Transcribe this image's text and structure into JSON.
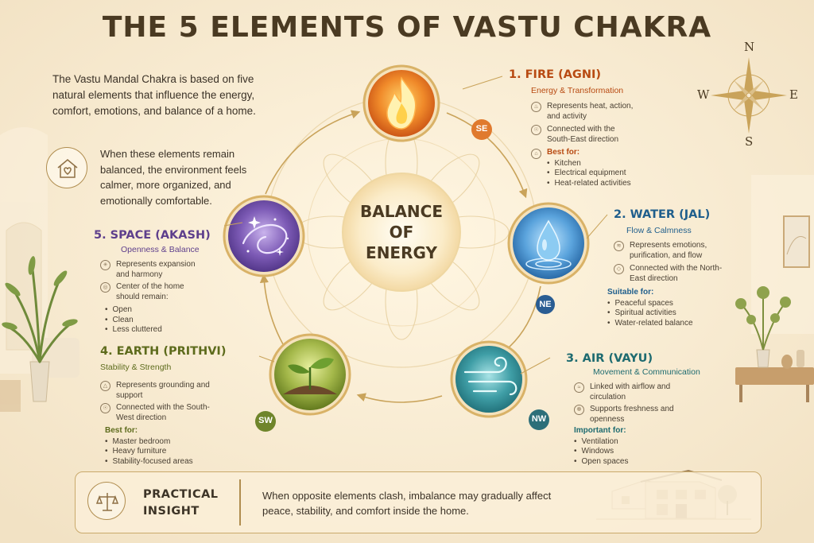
{
  "title": "THE 5 ELEMENTS OF VASTU CHAKRA",
  "intro": {
    "text": "The Vastu Mandal Chakra is based on five natural elements that influence the energy, comfort, emotions, and balance of a home.",
    "balanced_text": "When these elements remain balanced, the environment feels calmer, more organized, and emotionally comfortable."
  },
  "center": {
    "line1": "BALANCE",
    "line2": "OF",
    "line3": "ENERGY"
  },
  "compass": {
    "n": "N",
    "e": "E",
    "s": "S",
    "w": "W"
  },
  "elements": {
    "fire": {
      "title": "1. FIRE (AGNI)",
      "subtitle": "Energy & Transformation",
      "direction": "SE",
      "note1": "Represents heat, action, and activity",
      "note2": "Connected with the South-East direction",
      "list_heading": "Best for:",
      "list": [
        "Kitchen",
        "Electrical equipment",
        "Heat-related activities"
      ],
      "color": "#e36a1e"
    },
    "water": {
      "title": "2. WATER (JAL)",
      "subtitle": "Flow & Calmness",
      "direction": "NE",
      "note1": "Represents emotions, purification, and flow",
      "note2": "Connected with the North-East direction",
      "list_heading": "Suitable for:",
      "list": [
        "Peaceful spaces",
        "Spiritual activities",
        "Water-related balance"
      ],
      "color": "#2d78b8"
    },
    "air": {
      "title": "3. AIR (VAYU)",
      "subtitle": "Movement & Communication",
      "direction": "NW",
      "note1": "Linked with airflow and circulation",
      "note2": "Supports freshness and openness",
      "list_heading": "Important for:",
      "list": [
        "Ventilation",
        "Windows",
        "Open spaces"
      ],
      "color": "#2a8a92"
    },
    "earth": {
      "title": "4. EARTH (PRITHVI)",
      "subtitle": "Stability & Strength",
      "direction": "SW",
      "note1": "Represents grounding and support",
      "note2": "Connected with the South-West direction",
      "list_heading": "Best for:",
      "list": [
        "Master bedroom",
        "Heavy furniture",
        "Stability-focused areas"
      ],
      "color": "#7c9a2a"
    },
    "space": {
      "title": "5. SPACE (AKASH)",
      "subtitle": "Openness & Balance",
      "note1": "Represents expansion and harmony",
      "note2": "Center of the home should remain:",
      "list": [
        "Open",
        "Clean",
        "Less cluttered"
      ],
      "color": "#7b56b0"
    }
  },
  "insight": {
    "title": "PRACTICAL INSIGHT",
    "text": "When opposite elements clash, imbalance may gradually affect peace, stability, and comfort inside the home."
  }
}
